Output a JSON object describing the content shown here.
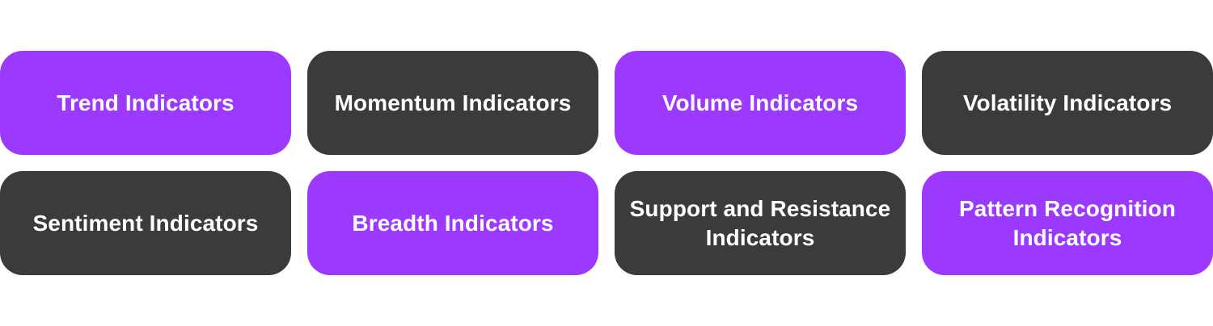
{
  "colors": {
    "purple": "#9b39ff",
    "dark": "#3b3b3b",
    "text": "#ffffff",
    "background": "#ffffff"
  },
  "tiles": [
    {
      "label": "Trend Indicators",
      "color": "purple"
    },
    {
      "label": "Momentum Indicators",
      "color": "dark"
    },
    {
      "label": "Volume Indicators",
      "color": "purple"
    },
    {
      "label": "Volatility Indicators",
      "color": "dark"
    },
    {
      "label": "Sentiment Indicators",
      "color": "dark"
    },
    {
      "label": "Breadth Indicators",
      "color": "purple"
    },
    {
      "label": "Support and Resistance Indicators",
      "color": "dark"
    },
    {
      "label": "Pattern Recognition Indicators",
      "color": "purple"
    }
  ]
}
